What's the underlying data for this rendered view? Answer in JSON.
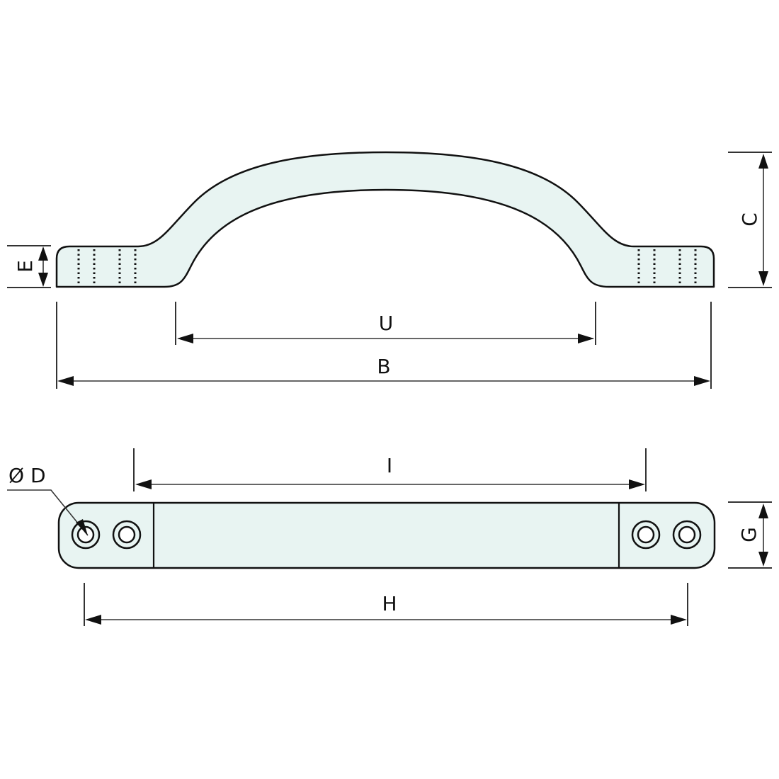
{
  "drawing": {
    "subject": "handle",
    "views": [
      {
        "id": "side-view",
        "description": "Arched handle, side elevation"
      },
      {
        "id": "top-view",
        "description": "Handle base, plan view with 4 countersunk holes"
      }
    ],
    "colors": {
      "part_fill": "#e8f4f2",
      "outline": "#111111",
      "dimension_line": "#333333"
    }
  },
  "dimensions": {
    "E": "E",
    "C": "C",
    "U": "U",
    "B": "B",
    "D": "Ø D",
    "I": "I",
    "G": "G",
    "H": "H"
  }
}
